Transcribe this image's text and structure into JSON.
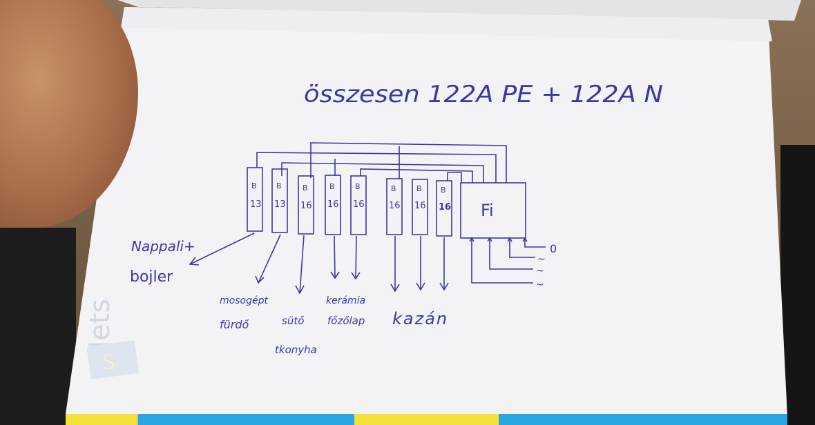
{
  "title": "összesen 122A PE + 122A N",
  "breakers": [
    {
      "type": "B",
      "rating": "13"
    },
    {
      "type": "B",
      "rating": "13"
    },
    {
      "type": "B",
      "rating": "16"
    },
    {
      "type": "B",
      "rating": "16"
    },
    {
      "type": "B",
      "rating": "16"
    },
    {
      "type": "B",
      "rating": "16"
    },
    {
      "type": "B",
      "rating": "16"
    },
    {
      "type": "B",
      "rating": "16"
    }
  ],
  "fi_label": "Fi",
  "inputs": [
    "0",
    "~",
    "~",
    "~"
  ],
  "loads": {
    "nappali_line1": "Nappali+",
    "nappali_line2": "bojler",
    "mosogep_line1": "mosogépt",
    "mosogep_line2": "fürdő",
    "suto_line1": "sütő",
    "suto_line2": "tkonyha",
    "keramia_line1": "kerámia",
    "keramia_line2": "főzőlap",
    "kazan": "kazán"
  },
  "watermark": "lets",
  "colors": {
    "ink": "#3b37a6",
    "paper": "#f3f3f6"
  }
}
